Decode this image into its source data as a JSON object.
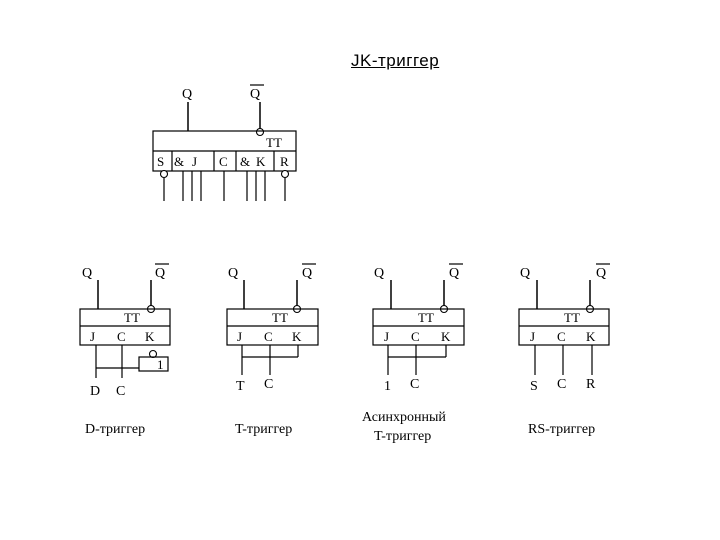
{
  "title": "JK-триггер",
  "main_trigger": {
    "outputs": {
      "q": "Q",
      "q_bar": "Q"
    },
    "type_label": "TT",
    "inputs": {
      "s": "S",
      "and1": "&",
      "j": "J",
      "c": "C",
      "and2": "&",
      "k": "K",
      "r": "R"
    }
  },
  "variants": [
    {
      "q": "Q",
      "q_bar": "Q",
      "tt": "TT",
      "j": "J",
      "c": "C",
      "k": "K",
      "extra_box": "1",
      "in_labels": [
        "D",
        "C"
      ],
      "caption_lines": [
        "D-триггер"
      ]
    },
    {
      "q": "Q",
      "q_bar": "Q",
      "tt": "TT",
      "j": "J",
      "c": "C",
      "k": "K",
      "in_labels": [
        "T",
        "C"
      ],
      "caption_lines": [
        "T-триггер"
      ]
    },
    {
      "q": "Q",
      "q_bar": "Q",
      "tt": "TT",
      "j": "J",
      "c": "C",
      "k": "K",
      "in_labels": [
        "1",
        "C"
      ],
      "caption_lines": [
        "Асинхронный",
        "T-триггер"
      ]
    },
    {
      "q": "Q",
      "q_bar": "Q",
      "tt": "TT",
      "j": "J",
      "c": "C",
      "k": "K",
      "in_labels": [
        "S",
        "C",
        "R"
      ],
      "caption_lines": [
        "RS-триггер"
      ]
    }
  ]
}
